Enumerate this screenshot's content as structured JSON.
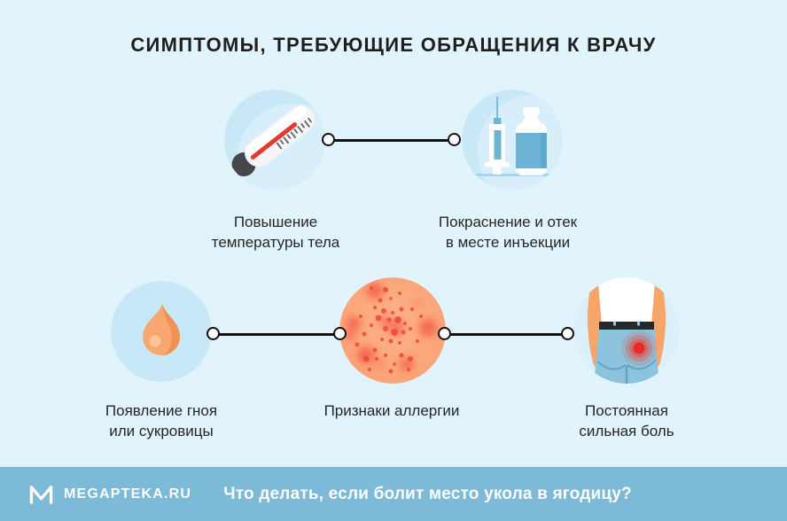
{
  "title": "СИМПТОМЫ, ТРЕБУЮЩИЕ ОБРАЩЕНИЯ К ВРАЧУ",
  "symptoms": {
    "row1": [
      {
        "icon": "thermometer-icon",
        "label_line1": "Повышение",
        "label_line2": "температуры тела"
      },
      {
        "icon": "syringe-vial-icon",
        "label_line1": "Покраснение и отек",
        "label_line2": "в месте инъекции"
      }
    ],
    "row2": [
      {
        "icon": "pus-drop-icon",
        "label_line1": "Появление гноя",
        "label_line2": "или сукровицы"
      },
      {
        "icon": "allergy-rash-icon",
        "label_line1": "Признаки аллергии",
        "label_line2": ""
      },
      {
        "icon": "buttock-pain-icon",
        "label_line1": "Постоянная",
        "label_line2": "сильная боль"
      }
    ]
  },
  "footer": {
    "logo_icon": "megapteka-logo-icon",
    "brand": "MEGAPTEKA.RU",
    "question": "Что делать, если болит место укола в ягодицу?"
  },
  "colors": {
    "background": "#e2f4fb",
    "circle_blue": "#c9e8f7",
    "footer_blue": "#7cbad7",
    "accent_red": "#e23a2e",
    "medical_blue": "#6db3d6",
    "skin_orange": "#f8a56c",
    "rash_skin": "#fba97d",
    "text_dark": "#1e1e1e"
  }
}
